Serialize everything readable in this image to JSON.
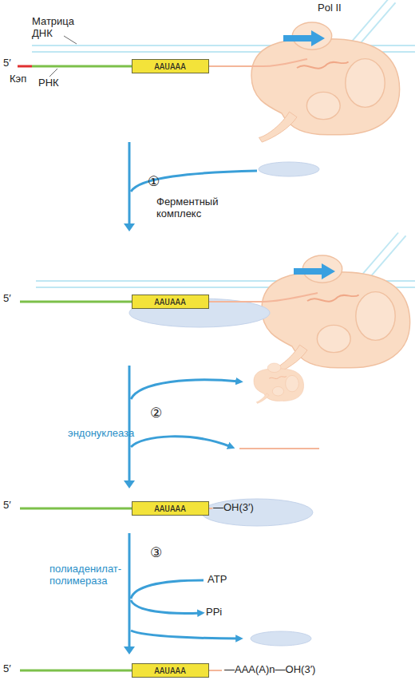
{
  "diagram": {
    "nodes": [
      {
        "text": [
          "AAUAAA"
        ]
      },
      {
        "text": [
          "AAUAAA"
        ]
      },
      {
        "text": [
          "AAUAAA"
        ]
      },
      {
        "text": [
          "AAUAAA"
        ]
      }
    ],
    "labels": [
      "Pol II",
      "Матрица ДНК",
      "5′",
      "Кэп",
      "РНК",
      "①",
      "Ферментный комплекс",
      "5′",
      "②",
      "эндонуклеаза",
      "5′",
      "—OH(3′)",
      "③",
      "полиаденилат- полимераза",
      "ATP",
      "PPi",
      "5′",
      "—AAA(A)n—OH(3′)"
    ]
  }
}
